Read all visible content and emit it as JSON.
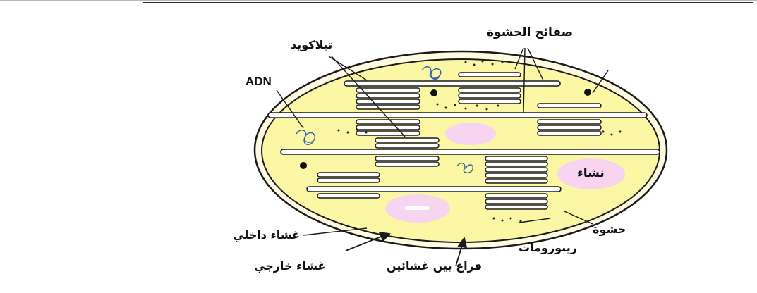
{
  "labels": {
    "grana_lamellae": "صفائح الحشوة",
    "thylakoid": "تيلاكويد",
    "adn": "ADN",
    "starch": "نشاء",
    "inner_membrane": "غشاء داخلي",
    "stroma": "حشوة",
    "ribosomes": "ريبوزومات",
    "outer_membrane": "غشاء خارجي",
    "intermembrane_space": "فراغ بين غشائين"
  },
  "colors": {
    "stroma_fill": "#fbf7a4",
    "starch_fill": "#f7d5f1",
    "outline": "#1a1a1a",
    "membrane_band": "#fffbe0"
  }
}
